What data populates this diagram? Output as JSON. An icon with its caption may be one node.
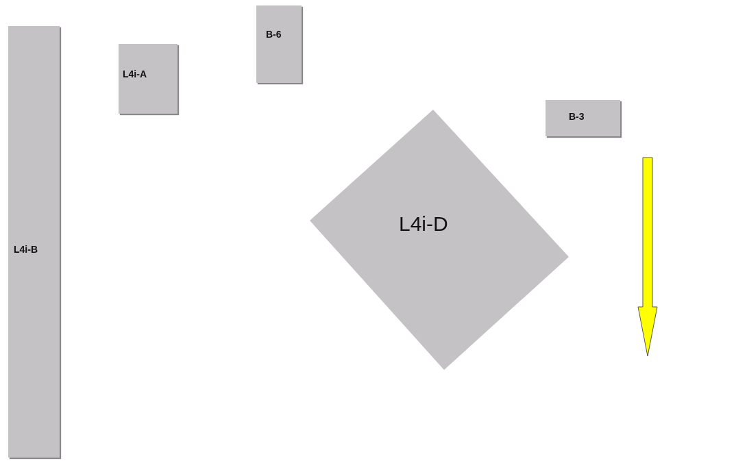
{
  "diagram": {
    "nodes": [
      {
        "text": [
          "L4i-B"
        ]
      },
      {
        "text": [
          "L4i-A"
        ]
      },
      {
        "text": [
          "B-6"
        ]
      },
      {
        "text": [
          "L4i-D"
        ]
      },
      {
        "text": [
          "B-3"
        ]
      }
    ]
  }
}
